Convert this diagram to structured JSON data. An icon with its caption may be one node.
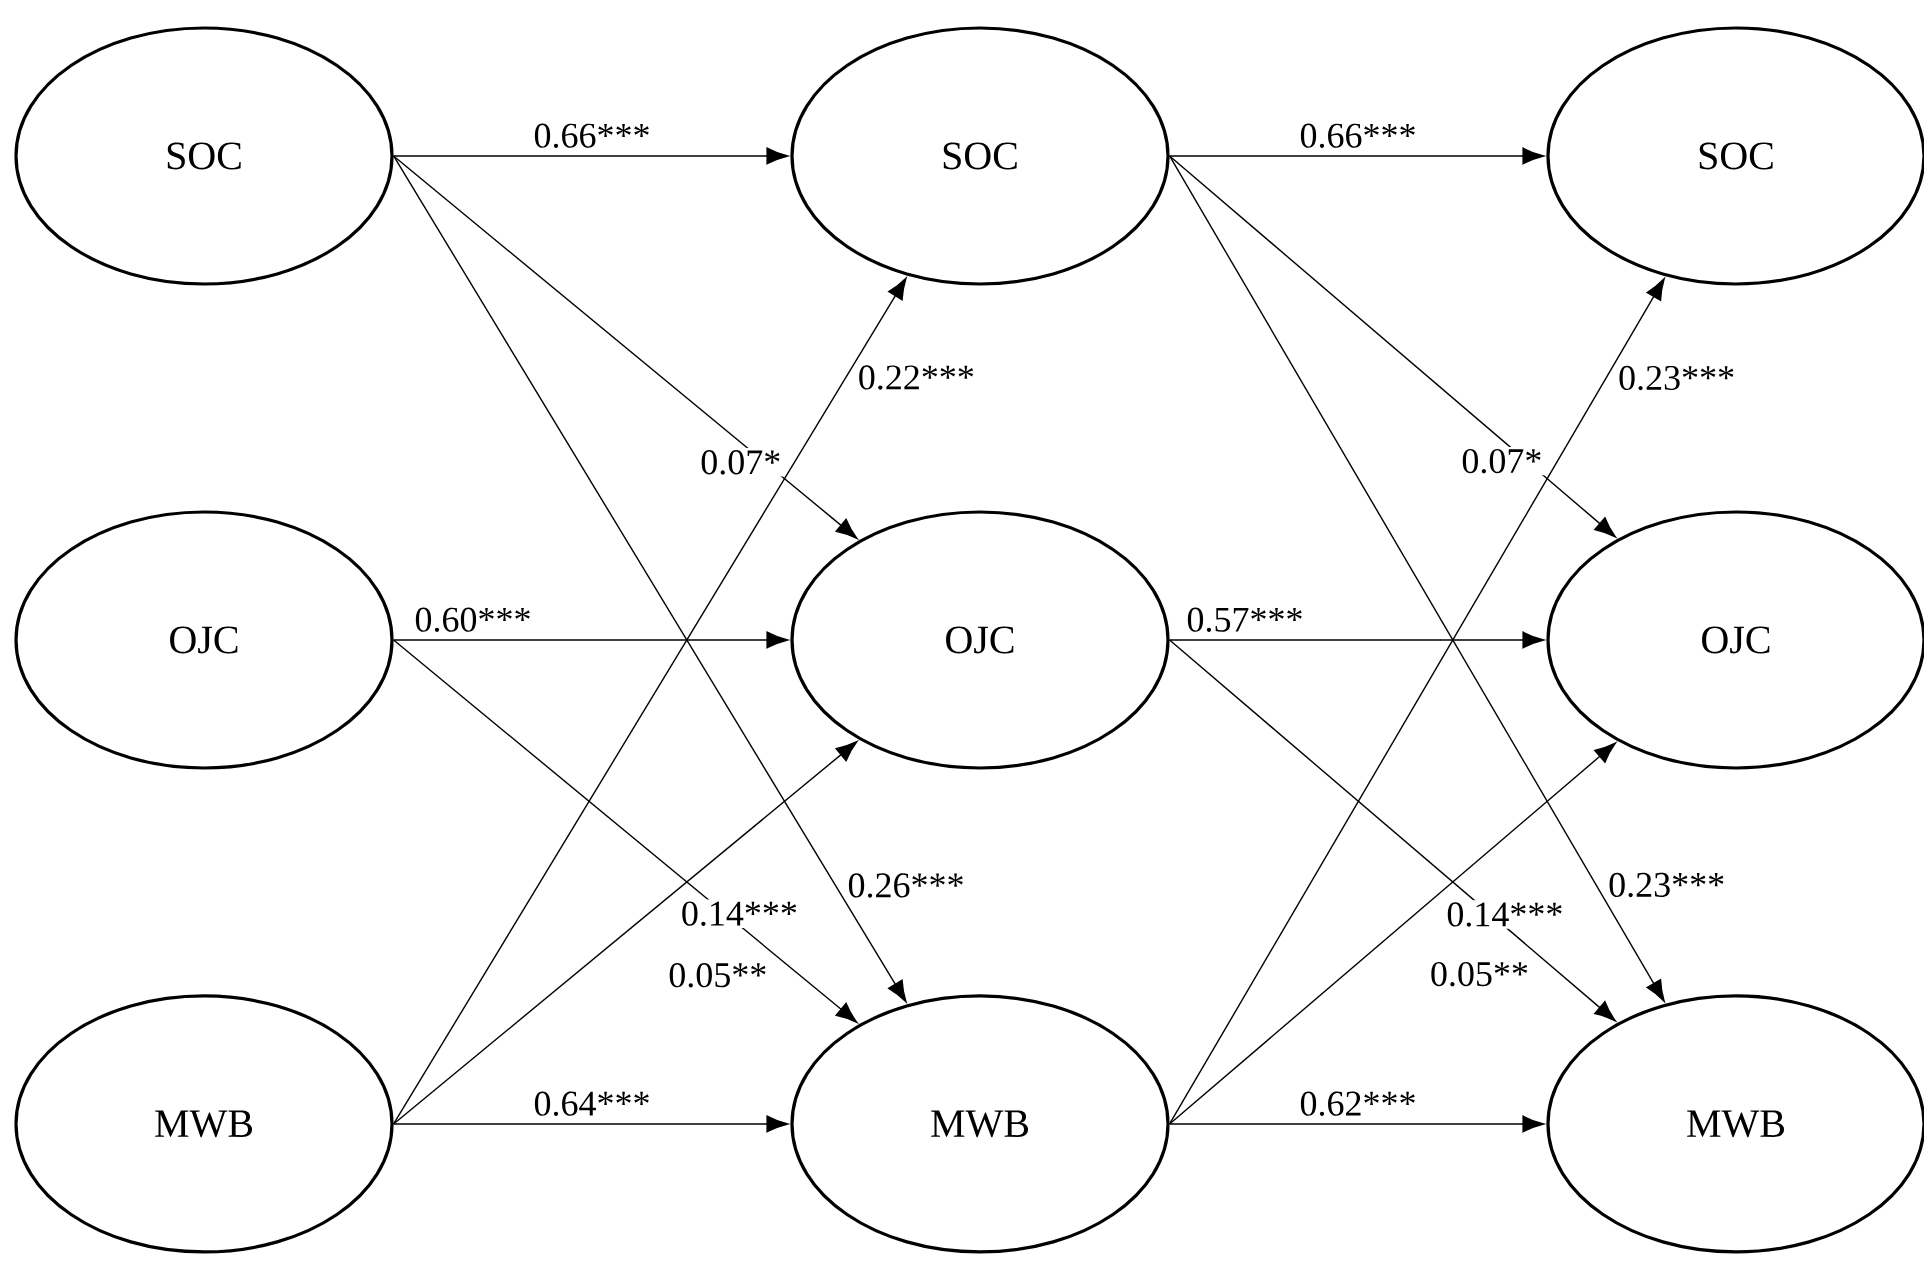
{
  "diagram": {
    "nodes": [
      {
        "text": [
          "SOC"
        ]
      },
      {
        "text": [
          "OJC"
        ]
      },
      {
        "text": [
          "MWB"
        ]
      },
      {
        "text": [
          "SOC"
        ]
      },
      {
        "text": [
          "OJC"
        ]
      },
      {
        "text": [
          "MWB"
        ]
      },
      {
        "text": [
          "SOC"
        ]
      },
      {
        "text": [
          "OJC"
        ]
      },
      {
        "text": [
          "MWB"
        ]
      }
    ],
    "edges": [
      {
        "from": 0,
        "to": 3,
        "arrow": "to",
        "label": "0.66***"
      },
      {
        "from": 0,
        "to": 4,
        "arrow": "to",
        "label": "0.07*"
      },
      {
        "from": 0,
        "to": 5,
        "arrow": "to",
        "label": "0.26***"
      },
      {
        "from": 1,
        "to": 4,
        "arrow": "to",
        "label": "0.60***"
      },
      {
        "from": 1,
        "to": 5,
        "arrow": "to",
        "label": "0.05**"
      },
      {
        "from": 2,
        "to": 3,
        "arrow": "to",
        "label": "0.22***"
      },
      {
        "from": 2,
        "to": 4,
        "arrow": "to",
        "label": "0.14***"
      },
      {
        "from": 2,
        "to": 5,
        "arrow": "to",
        "label": "0.64***"
      },
      {
        "from": 3,
        "to": 6,
        "arrow": "to",
        "label": "0.66***"
      },
      {
        "from": 3,
        "to": 7,
        "arrow": "to",
        "label": "0.07*"
      },
      {
        "from": 3,
        "to": 8,
        "arrow": "to",
        "label": "0.23***"
      },
      {
        "from": 4,
        "to": 7,
        "arrow": "to",
        "label": "0.57***"
      },
      {
        "from": 4,
        "to": 8,
        "arrow": "to",
        "label": "0.05**"
      },
      {
        "from": 5,
        "to": 6,
        "arrow": "to",
        "label": "0.23***"
      },
      {
        "from": 5,
        "to": 7,
        "arrow": "to",
        "label": "0.14***"
      },
      {
        "from": 5,
        "to": 8,
        "arrow": "to",
        "label": "0.62***"
      }
    ]
  }
}
